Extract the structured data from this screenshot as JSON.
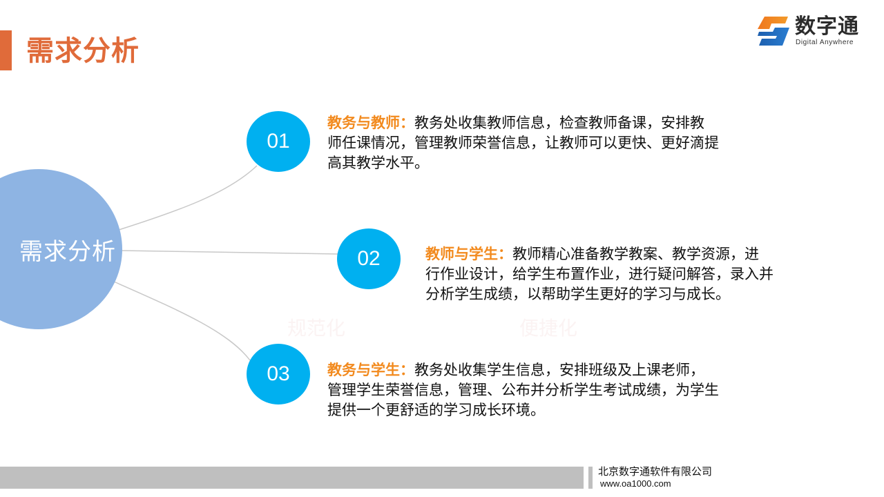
{
  "header": {
    "title": "需求分析",
    "accent_color": "#e06b3a"
  },
  "logo": {
    "name_cn": "数字通",
    "tagline": "Digital Anywhere",
    "icon": "s-logo-icon"
  },
  "diagram": {
    "hub": {
      "label": "需求分析",
      "color": "#8eb4e3"
    },
    "node_color": "#00b0f0",
    "heading_color": "#f28a1e",
    "items": [
      {
        "number": "01",
        "heading": "教务与教师：",
        "lines": [
          "教务处收集教师信息，检查教师备课，安排教",
          "师任课情况，管理教师荣誉信息，让教师可以更快、更好滴提",
          "高其教学水平。"
        ]
      },
      {
        "number": "02",
        "heading": "教师与学生：",
        "lines": [
          "教师精心准备教学教案、教学资源，进",
          "行作业设计，给学生布置作业，进行疑问解答，录入并",
          "分析学生成绩，以帮助学生更好的学习与成长。"
        ]
      },
      {
        "number": "03",
        "heading": "教务与学生：",
        "lines": [
          "教务处收集学生信息，安排班级及上课老师，",
          "管理学生荣誉信息，管理、公布并分析学生考试成绩，为学生",
          "提供一个更舒适的学习成长环境。"
        ]
      }
    ],
    "watermarks": [
      "规范化",
      "便捷化"
    ]
  },
  "footer": {
    "company": "北京数字通软件有限公司",
    "url": "www.oa1000.com"
  }
}
